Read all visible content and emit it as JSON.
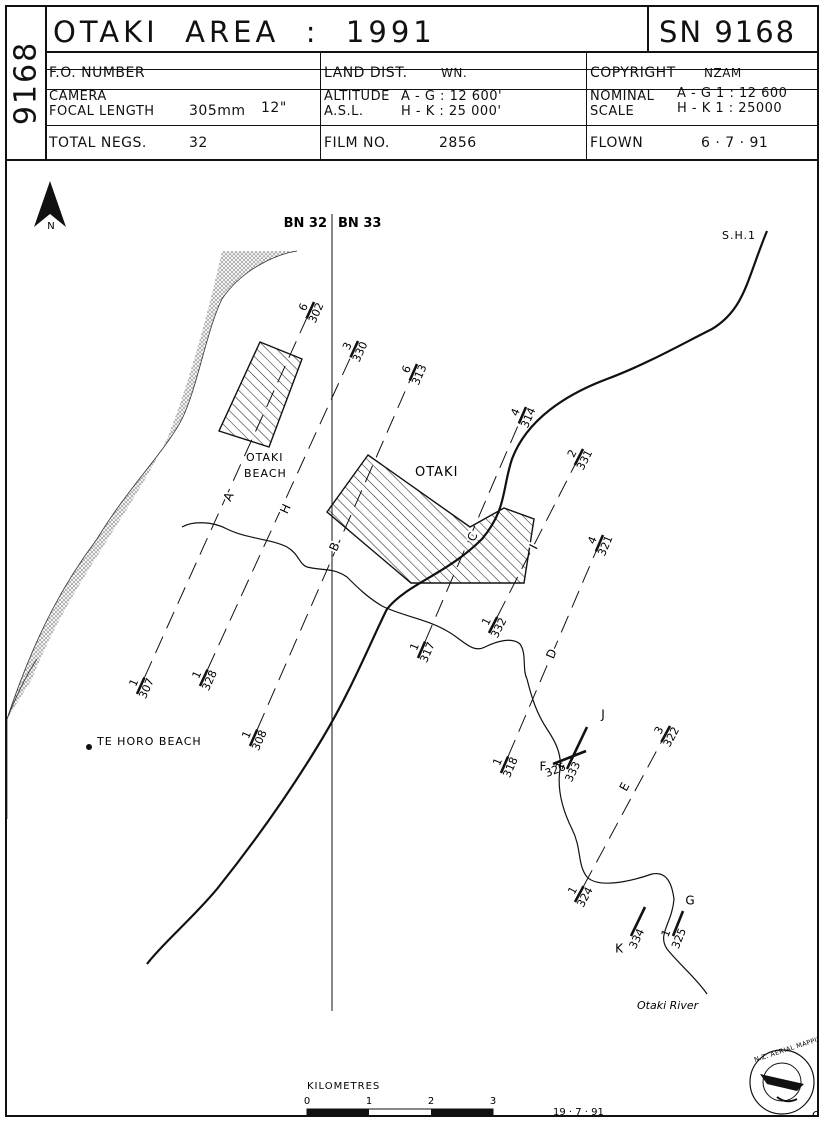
{
  "sheet": {
    "side_id": "9168",
    "title": "OTAKI  AREA  :  1991",
    "sn": "SN 9168",
    "fo_number_label": "F.O. NUMBER",
    "land_dist_label": "LAND DIST.",
    "land_dist_value": "WN.",
    "copyright_label": "COPYRIGHT",
    "copyright_value": "NZAM",
    "camera_label": "CAMERA",
    "focal_label": "FOCAL LENGTH",
    "focal_value": "305mm",
    "focal_inch": "12\"",
    "altitude_label": "ALTITUDE",
    "asl_label": "A.S.L.",
    "altitude_ag": "A - G : 12 600'",
    "altitude_hk": "H - K : 25 000'",
    "nominal_label": "NOMINAL",
    "scale_label": "SCALE",
    "nominal_ag": "A - G  1 : 12 600",
    "nominal_hk": "H - K  1 : 25000",
    "total_negs_label": "TOTAL NEGS.",
    "total_negs_value": "32",
    "film_no_label": "FILM NO.",
    "film_no_value": "2856",
    "flown_label": "FLOWN",
    "flown_value": "6 · 7 · 91"
  },
  "map": {
    "north": "N",
    "sheet_west": "BN 32",
    "sheet_east": "BN 33",
    "highway": "S.H.1",
    "place_beach_1": "OTAKI",
    "place_beach_2": "BEACH",
    "place_town": "OTAKI",
    "place_tehoro": "TE HORO BEACH",
    "river": "Otaki River",
    "scale_title": "KILOMETRES",
    "scale_ticks": [
      "0",
      "1",
      "2",
      "3"
    ],
    "date": "19 · 7 · 91",
    "logo_text": "N.Z. AERIAL MAPPING LTD",
    "logo_mark": "C",
    "runs": [
      {
        "id": "A",
        "start": "1",
        "start_num": "307",
        "end": "6",
        "end_num": "302"
      },
      {
        "id": "H",
        "start": "1",
        "start_num": "328",
        "end": "3",
        "end_num": "330"
      },
      {
        "id": "B",
        "start": "1",
        "start_num": "308",
        "end": "6",
        "end_num": "313"
      },
      {
        "id": "C",
        "start": "1",
        "start_num": "317",
        "end": "4",
        "end_num": "314"
      },
      {
        "id": "I",
        "start": "1",
        "start_num": "332",
        "end": "2",
        "end_num": "331"
      },
      {
        "id": "D",
        "start": "1",
        "start_num": "318",
        "end": "4",
        "end_num": "321"
      },
      {
        "id": "J",
        "start": "1",
        "start_num": "333"
      },
      {
        "id": "F",
        "start_num": "326"
      },
      {
        "id": "E",
        "start": "1",
        "start_num": "324",
        "end": "3",
        "end_num": "322"
      },
      {
        "id": "K",
        "start_num": "334"
      },
      {
        "id": "G",
        "start": "1",
        "start_num": "325"
      }
    ]
  }
}
